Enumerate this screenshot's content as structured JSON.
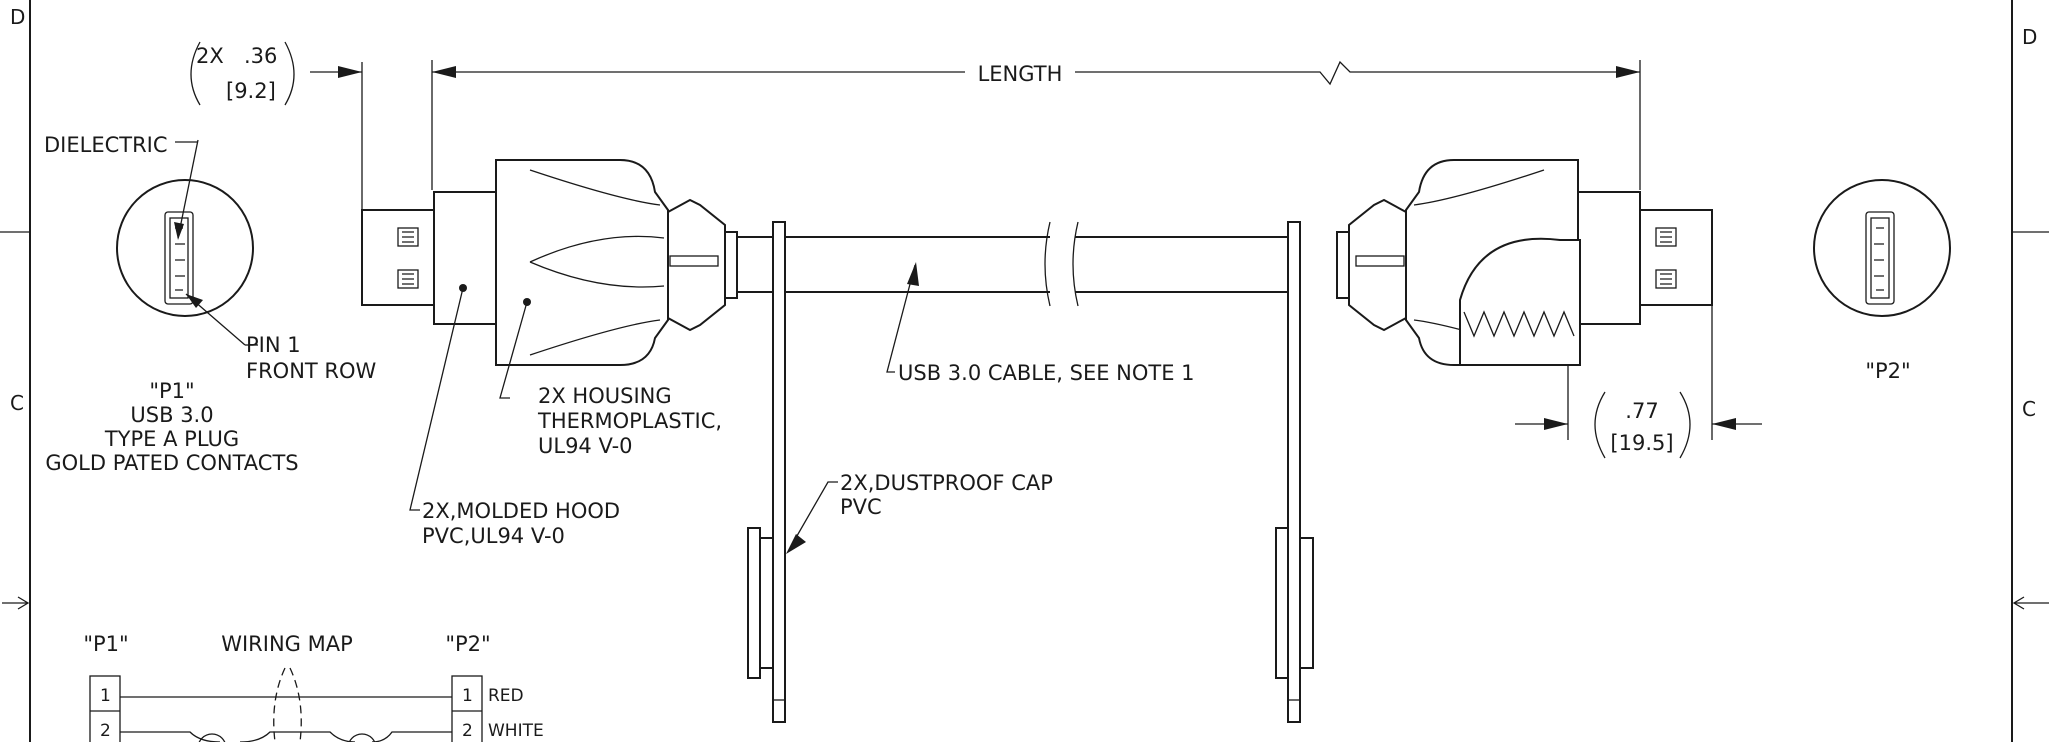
{
  "zones": {
    "top_left": "D",
    "top_right": "D",
    "mid_left": "C",
    "mid_right": "C"
  },
  "dimensions": {
    "length": "LENGTH",
    "left_count": "2X",
    "left_inch": ".36",
    "left_mm": "[9.2]",
    "right_inch": ".77",
    "right_mm": "[19.5]"
  },
  "callouts": {
    "dielectric": "DIELECTRIC",
    "pin1_line1": "PIN 1",
    "pin1_line2": "FRONT ROW",
    "housing_line1": "2X HOUSING",
    "housing_line2": "THERMOPLASTIC,",
    "housing_line3": "UL94 V-0",
    "hood_line1": "2X,MOLDED HOOD",
    "hood_line2": "PVC,UL94 V-0",
    "cable": "USB 3.0 CABLE, SEE NOTE 1",
    "cap_line1": "2X,DUSTPROOF CAP",
    "cap_line2": "PVC"
  },
  "p1_block": {
    "title": "\"P1\"",
    "line1": "USB 3.0",
    "line2": "TYPE A PLUG",
    "line3": "GOLD PATED CONTACTS"
  },
  "p2_label": "\"P2\"",
  "wiring_map": {
    "p1": "\"P1\"",
    "title": "WIRING MAP",
    "p2": "\"P2\"",
    "rows": [
      {
        "pin_left": "1",
        "pin_right": "1",
        "color": "RED"
      },
      {
        "pin_left": "2",
        "pin_right": "2",
        "color": "WHITE"
      }
    ]
  }
}
